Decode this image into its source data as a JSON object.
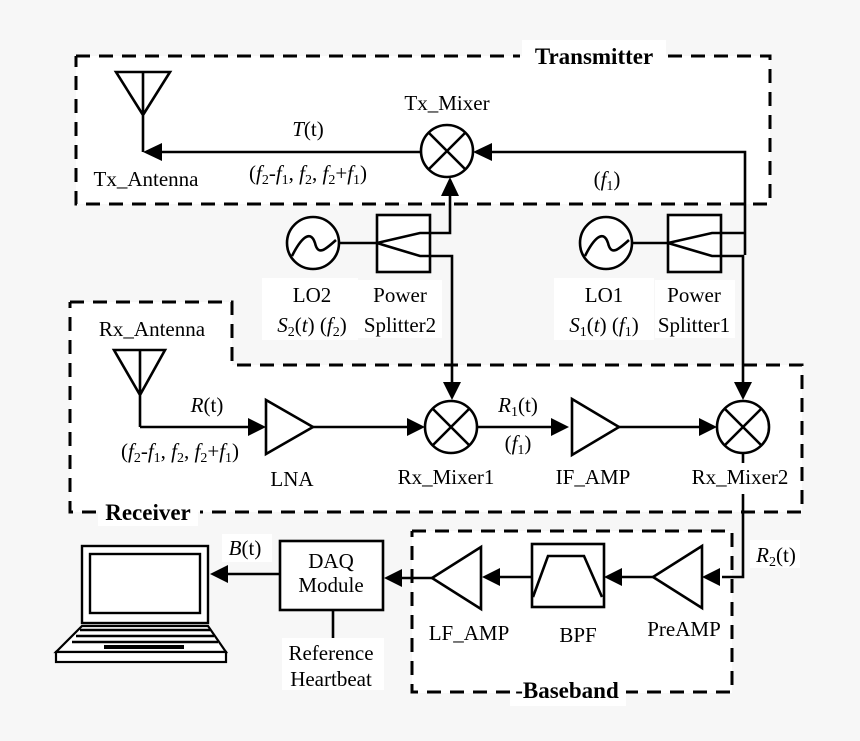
{
  "regions": {
    "transmitter": "Transmitter",
    "receiver": "Receiver",
    "baseband": "-Baseband"
  },
  "components": {
    "tx_antenna": "Tx_Antenna",
    "tx_mixer": "Tx_Mixer",
    "rx_antenna": "Rx_Antenna",
    "lo2_name": "LO2",
    "lo2_signal": "S",
    "lo2_sub": "2",
    "lo2_rest": "(t) (",
    "lo2_freq": "f",
    "lo2_freq_sub": "2",
    "lo1_name": "LO1",
    "lo1_signal": "S",
    "lo1_sub": "1",
    "lo1_rest": "(t) (",
    "lo1_freq": "f",
    "lo1_freq_sub": "1",
    "splitter2_l1": "Power",
    "splitter2_l2": "Splitter2",
    "splitter1_l1": "Power",
    "splitter1_l2": "Splitter1",
    "lna": "LNA",
    "rx_mixer1": "Rx_Mixer1",
    "if_amp": "IF_AMP",
    "rx_mixer2": "Rx_Mixer2",
    "preamp": "PreAMP",
    "bpf": "BPF",
    "lf_amp": "LF_AMP",
    "daq_l1": "DAQ",
    "daq_l2": "Module",
    "ref_l1": "Reference",
    "ref_l2": "Heartbeat"
  },
  "signals": {
    "tx_signal": "T",
    "tx_freqs": "(f2-f1, f2, f2+f1)",
    "lo1_path_freq": "(f1)",
    "rx_signal": "R",
    "rx_freqs": "(f2-f1, f2, f2+f1)",
    "r1_signal": "R",
    "r1_sub": "1",
    "r1_freq": "(f1)",
    "r2_signal": "R",
    "r2_sub": "2",
    "b_signal": "B",
    "time_arg": "(t)"
  }
}
